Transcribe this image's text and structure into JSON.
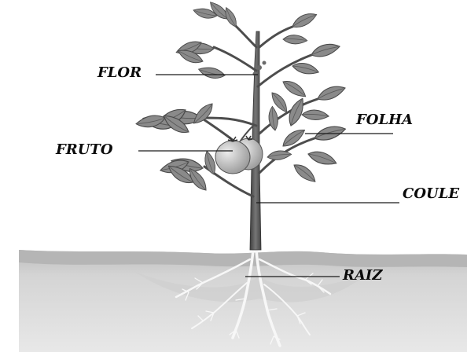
{
  "labels": {
    "flor": "FLOR",
    "folha": "FOLHA",
    "fruto": "FRUTO",
    "coule": "COULE",
    "raiz": "RAIZ"
  },
  "colors": {
    "ground_top": "#c9c9c9",
    "ground_body": "#dcdcdc",
    "ground_deep": "#e6e6e6",
    "stem": "#5a5a5a",
    "leaf": "#8e8e8e",
    "leaf_dark": "#5f5f5f",
    "fruit": "#c4c4c4",
    "root": "#f4f4f4",
    "leader_line": "#1a1a1a"
  },
  "icons": {
    "plant": "tomato-plant-illustration"
  }
}
